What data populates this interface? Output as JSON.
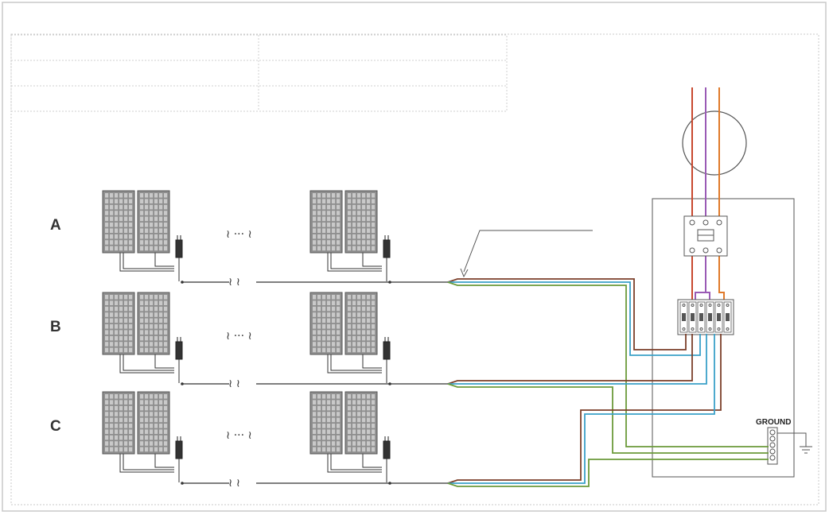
{
  "rows": [
    {
      "label": "A"
    },
    {
      "label": "B"
    },
    {
      "label": "C"
    }
  ],
  "ground": {
    "label": "GROUND"
  },
  "ellipsis": "≀ ··· ≀",
  "colors": {
    "frame": "#c8c8c8",
    "line": "#333333",
    "panel_fill": "#8e8e8e",
    "panel_cell": "#c9c9c9",
    "wire_brown": "#7b3f2a",
    "wire_blue": "#3aa0c8",
    "wire_green": "#6b9a3a",
    "phase_red": "#c8482e",
    "phase_purple": "#9a5bb5",
    "phase_orange": "#e07a2a"
  }
}
